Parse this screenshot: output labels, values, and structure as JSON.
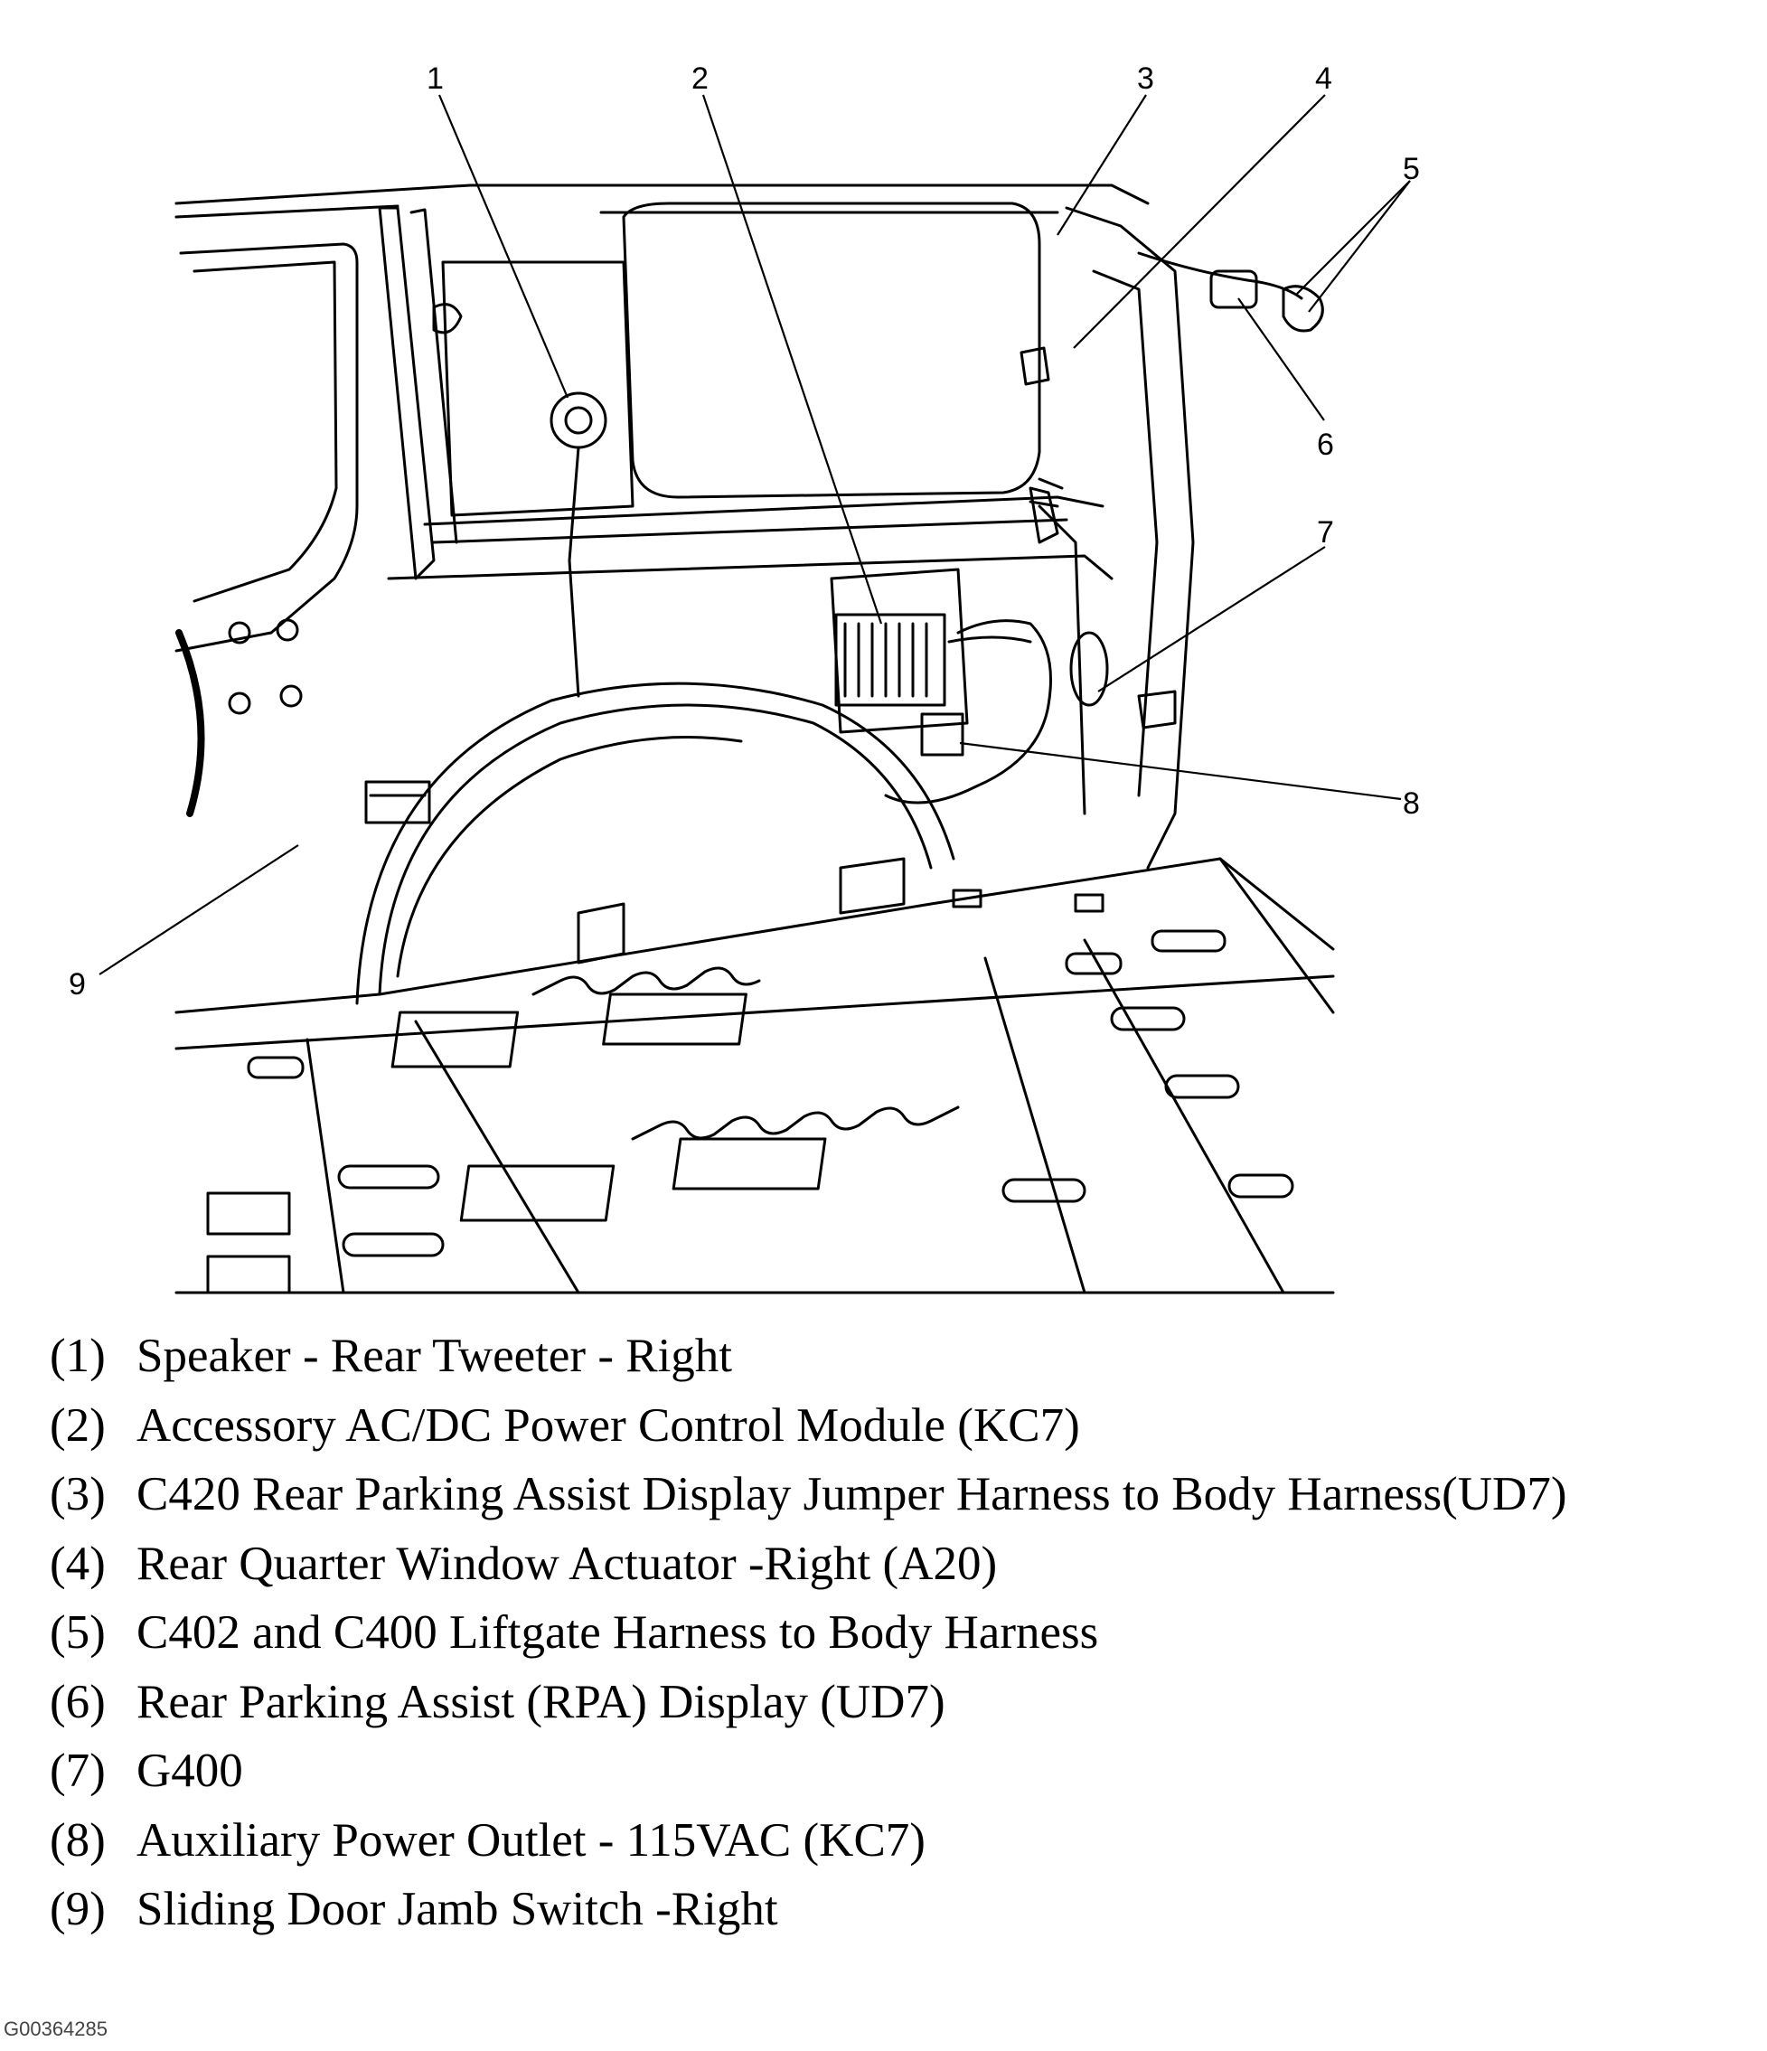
{
  "diagram": {
    "callouts": [
      {
        "num": "1"
      },
      {
        "num": "2"
      },
      {
        "num": "3"
      },
      {
        "num": "4"
      },
      {
        "num": "5"
      },
      {
        "num": "6"
      },
      {
        "num": "7"
      },
      {
        "num": "8"
      },
      {
        "num": "9"
      }
    ]
  },
  "legend": [
    {
      "num": "(1)",
      "text": "Speaker - Rear Tweeter - Right"
    },
    {
      "num": "(2)",
      "text": "Accessory AC/DC Power Control Module (KC7)"
    },
    {
      "num": "(3)",
      "text": "C420 Rear Parking Assist Display Jumper Harness to Body Harness(UD7)"
    },
    {
      "num": "(4)",
      "text": "Rear Quarter Window Actuator -Right (A20)"
    },
    {
      "num": "(5)",
      "text": "C402 and C400 Liftgate Harness to Body Harness"
    },
    {
      "num": "(6)",
      "text": "Rear Parking Assist (RPA) Display (UD7)"
    },
    {
      "num": "(7)",
      "text": "G400"
    },
    {
      "num": "(8)",
      "text": "Auxiliary Power Outlet - 115VAC (KC7)"
    },
    {
      "num": "(9)",
      "text": "Sliding Door Jamb Switch -Right"
    }
  ],
  "figure_id": "G00364285"
}
